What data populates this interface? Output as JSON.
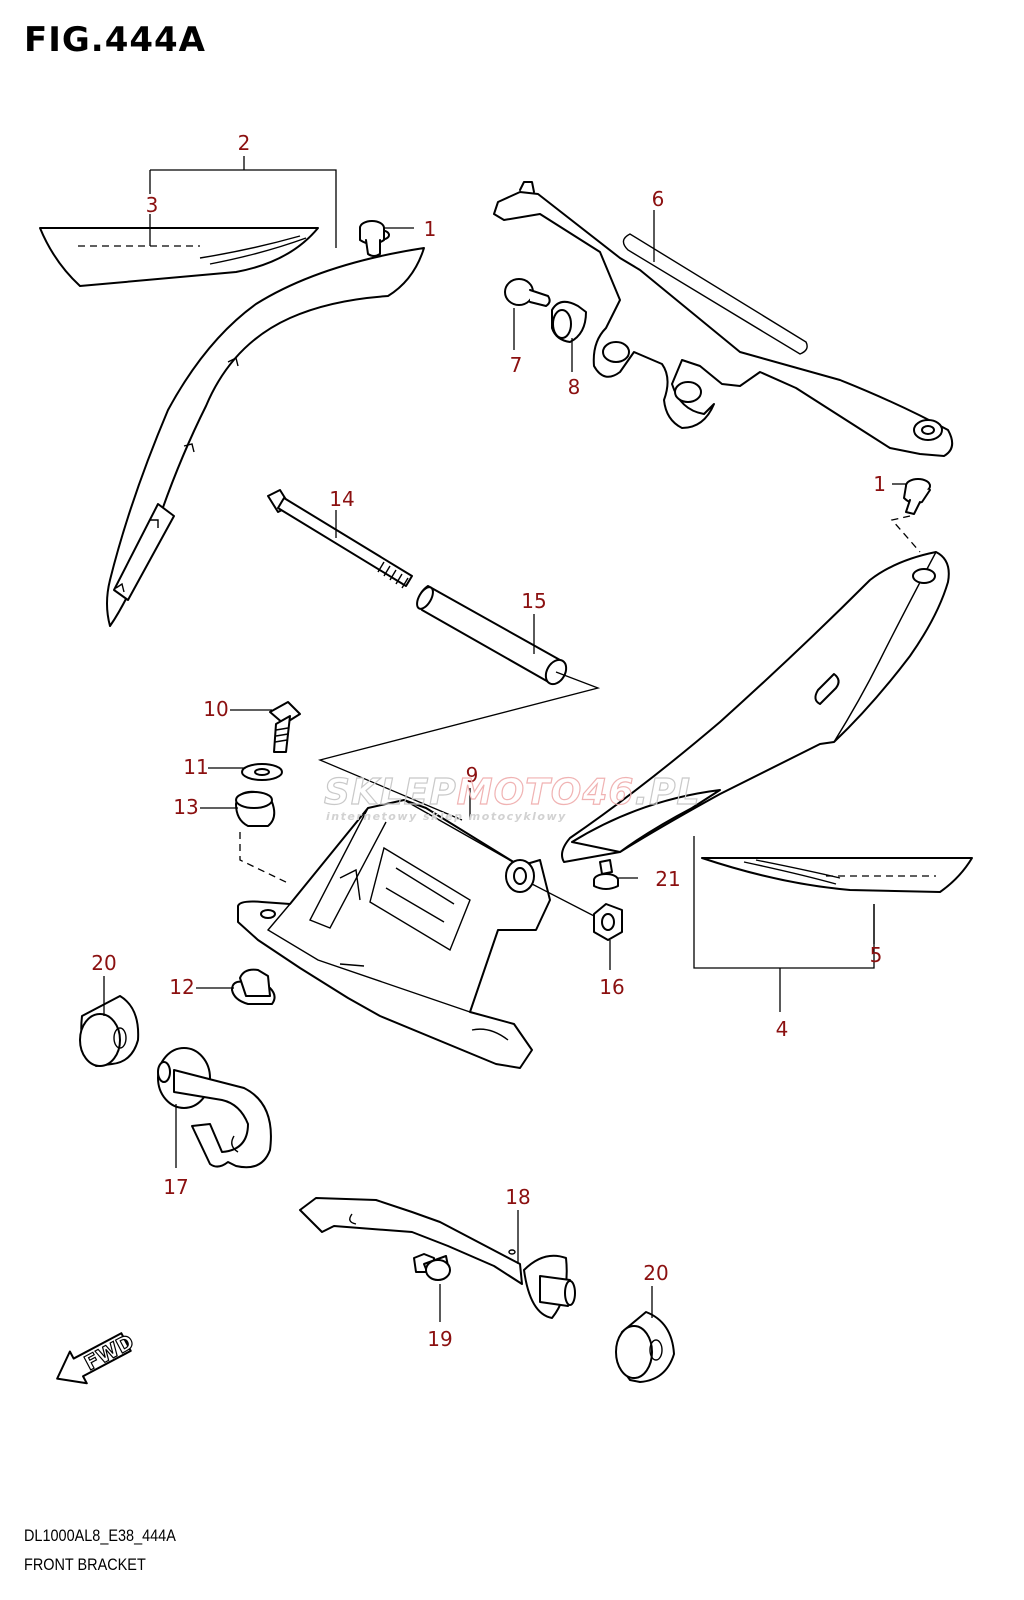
{
  "figure": {
    "title": "FIG.444A",
    "model_code": "DL1000AL8_E38_444A",
    "name": "FRONT BRACKET"
  },
  "watermark": {
    "brand_part1": "SKLEP",
    "brand_part2": "MOTO46",
    "brand_part3": ".PL",
    "tagline": "internetowy sklep motocyklowy"
  },
  "direction_badge": "FWD",
  "callouts": {
    "c1a": "1",
    "c1b": "1",
    "c2": "2",
    "c3": "3",
    "c4": "4",
    "c5": "5",
    "c6": "6",
    "c7": "7",
    "c8": "8",
    "c9": "9",
    "c10": "10",
    "c11": "11",
    "c12": "12",
    "c13": "13",
    "c14": "14",
    "c15": "15",
    "c16": "16",
    "c17": "17",
    "c18": "18",
    "c19": "19",
    "c20a": "20",
    "c20b": "20",
    "c21": "21"
  },
  "colors": {
    "callout": "#8b1010",
    "line": "#000000",
    "watermark_gray": "#c9c9c9",
    "watermark_red": "#f0b3b3"
  }
}
